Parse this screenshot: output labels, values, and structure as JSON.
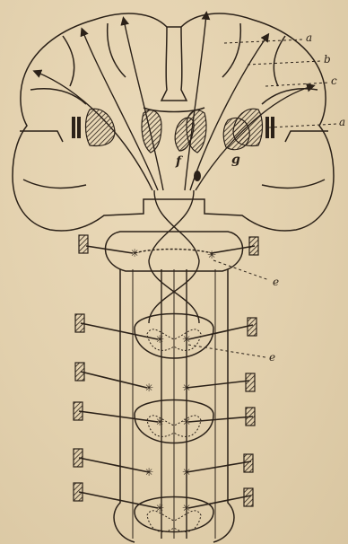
{
  "figure": {
    "labels": {
      "a": "a",
      "b": "b",
      "c": "c",
      "d": "a",
      "e1": "e",
      "e2": "e",
      "f": "f",
      "g": "g"
    }
  },
  "colors": {
    "ink": "#2b2118",
    "paper": "#e3d3b2"
  },
  "icons": [
    "arrow-icon",
    "motor-end-plate-icon"
  ]
}
